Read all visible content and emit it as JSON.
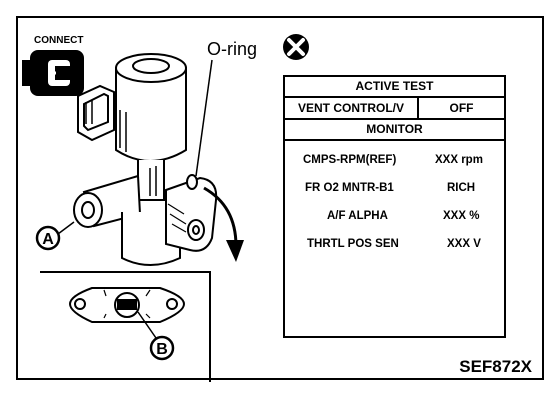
{
  "figure": {
    "connect_label": "CONNECT",
    "oring_label": "O-ring",
    "callout_a": "A",
    "callout_b": "B",
    "figure_id": "SEF872X"
  },
  "active_test": {
    "title": "ACTIVE TEST",
    "item_label": "VENT CONTROL/V",
    "item_value": "OFF",
    "monitor_label": "MONITOR",
    "monitor_rows": [
      {
        "label": "CMPS-RPM(REF)",
        "value": "XXX rpm"
      },
      {
        "label": "FR O2 MNTR-B1",
        "value": "RICH"
      },
      {
        "label": "A/F ALPHA",
        "value": "XXX %"
      },
      {
        "label": "THRTL POS SEN",
        "value": "XXX V"
      }
    ]
  }
}
